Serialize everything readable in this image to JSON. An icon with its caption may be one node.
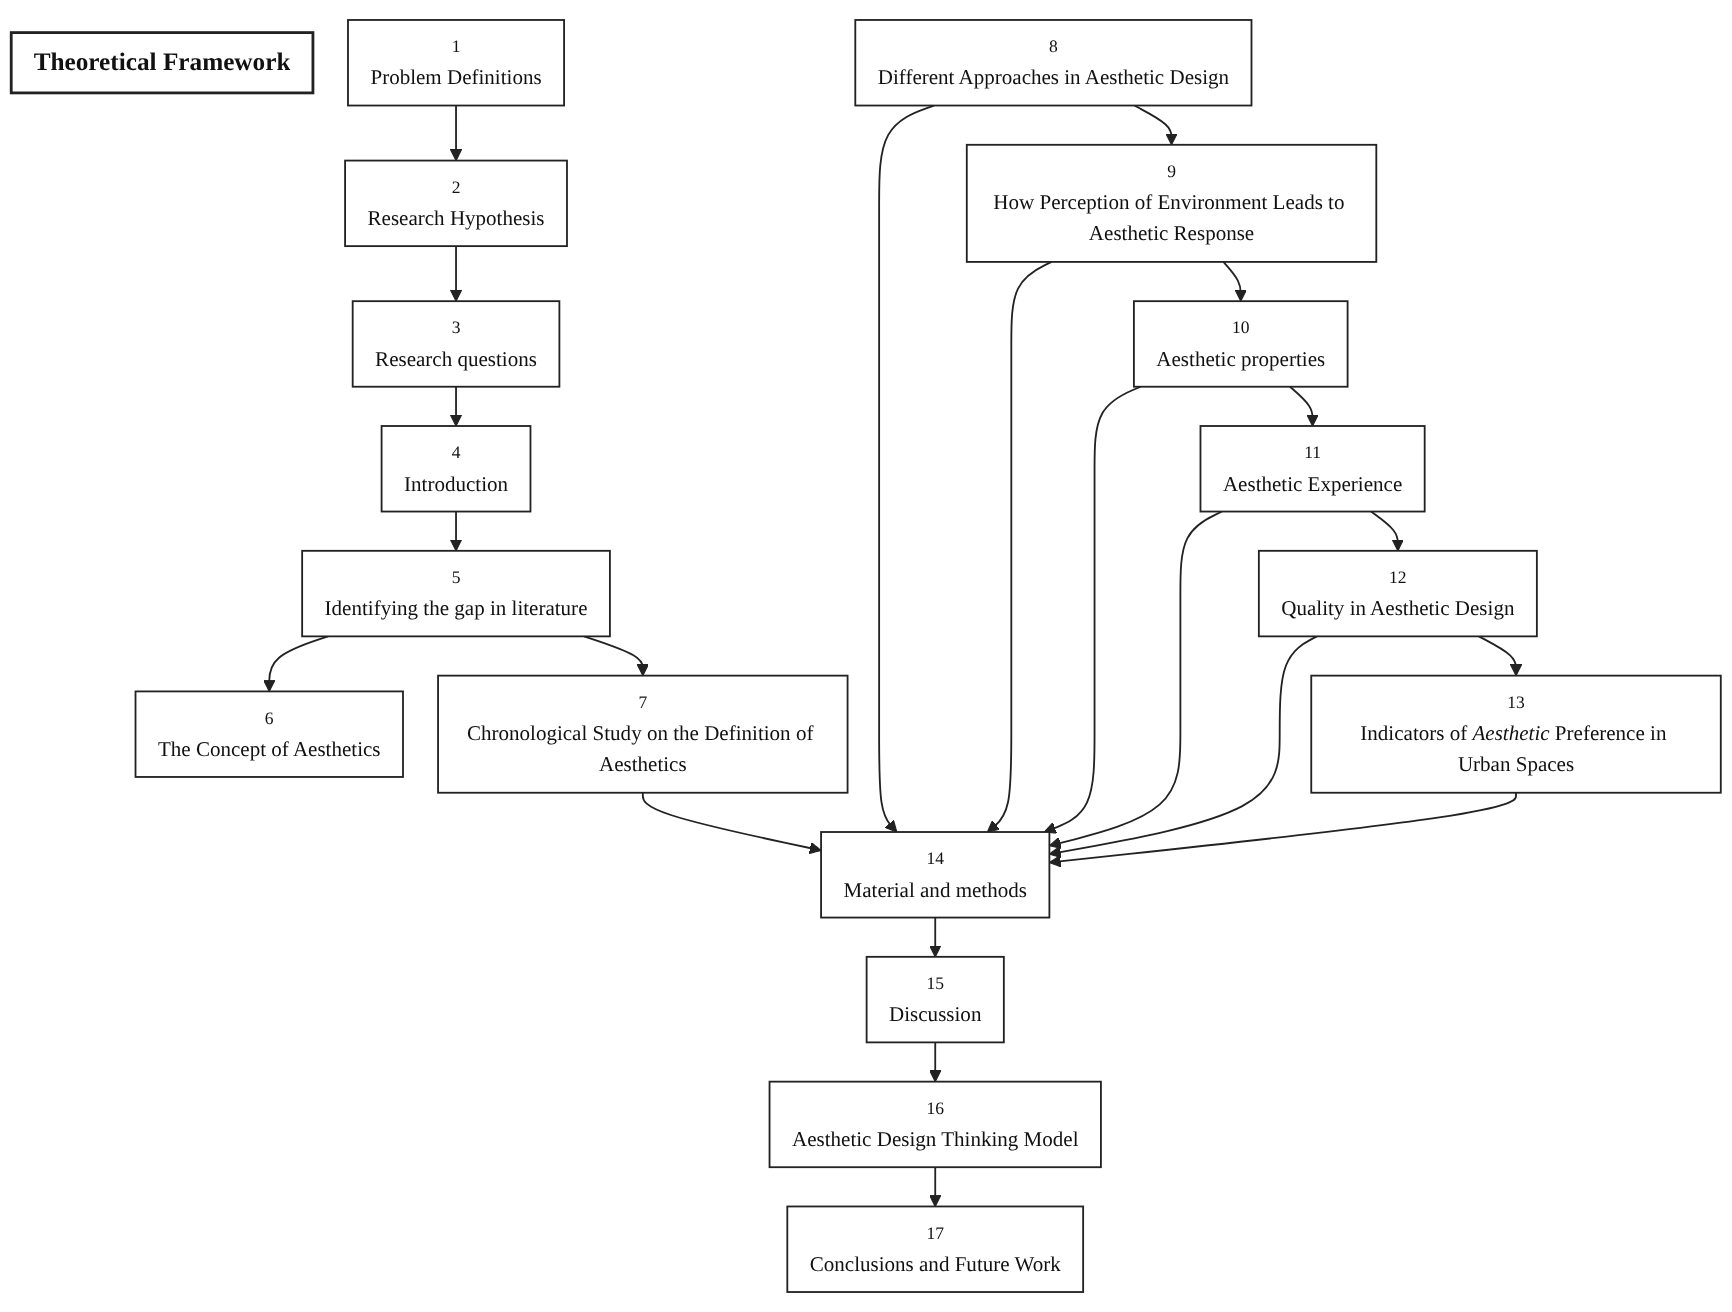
{
  "diagram": {
    "nodes": [
      {
        "text": [
          "Theoretical Framework"
        ]
      },
      {
        "text": [
          "1",
          "Problem Definitions"
        ]
      },
      {
        "text": [
          "2",
          "Research Hypothesis"
        ]
      },
      {
        "text": [
          "3",
          "Research questions"
        ]
      },
      {
        "text": [
          "4",
          "Introduction"
        ]
      },
      {
        "text": [
          "5",
          "Identifying the gap in literature"
        ]
      },
      {
        "text": [
          "6",
          "The Concept of Aesthetics"
        ]
      },
      {
        "text": [
          "7",
          "Chronological Study on the Definition of Aesthetics"
        ]
      },
      {
        "text": [
          "8",
          "Different Approaches in Aesthetic Design"
        ]
      },
      {
        "text": [
          "9",
          "How Perception of Environment Leads to Aesthetic Response"
        ]
      },
      {
        "text": [
          "10",
          "Aesthetic properties"
        ]
      },
      {
        "text": [
          "11",
          "Aesthetic Experience"
        ]
      },
      {
        "text": [
          "12",
          "Quality in Aesthetic Design"
        ]
      },
      {
        "text": [
          "13",
          "Indicators of *Aesthetic* Preference in Urban Spaces"
        ]
      },
      {
        "text": [
          "14",
          "Material and methods"
        ]
      },
      {
        "text": [
          "15",
          "Discussion"
        ]
      },
      {
        "text": [
          "16",
          "Aesthetic Design Thinking Model"
        ]
      },
      {
        "text": [
          "17",
          "Conclusions and Future Work"
        ]
      }
    ],
    "edges": [
      {
        "from": 1,
        "to": 2,
        "arrow": "to"
      },
      {
        "from": 2,
        "to": 3,
        "arrow": "to"
      },
      {
        "from": 3,
        "to": 4,
        "arrow": "to"
      },
      {
        "from": 4,
        "to": 5,
        "arrow": "to"
      },
      {
        "from": 5,
        "to": 6,
        "arrow": "to"
      },
      {
        "from": 5,
        "to": 7,
        "arrow": "to"
      },
      {
        "from": 7,
        "to": 14,
        "arrow": "to"
      },
      {
        "from": 8,
        "to": 9,
        "arrow": "to"
      },
      {
        "from": 9,
        "to": 10,
        "arrow": "to"
      },
      {
        "from": 10,
        "to": 11,
        "arrow": "to"
      },
      {
        "from": 11,
        "to": 12,
        "arrow": "to"
      },
      {
        "from": 12,
        "to": 13,
        "arrow": "to"
      },
      {
        "from": 8,
        "to": 14,
        "arrow": "to"
      },
      {
        "from": 9,
        "to": 14,
        "arrow": "to"
      },
      {
        "from": 10,
        "to": 14,
        "arrow": "to"
      },
      {
        "from": 11,
        "to": 14,
        "arrow": "to"
      },
      {
        "from": 12,
        "to": 14,
        "arrow": "to"
      },
      {
        "from": 13,
        "to": 14,
        "arrow": "to"
      },
      {
        "from": 14,
        "to": 15,
        "arrow": "to"
      },
      {
        "from": 15,
        "to": 16,
        "arrow": "to"
      },
      {
        "from": 16,
        "to": 17,
        "arrow": "to"
      }
    ]
  }
}
